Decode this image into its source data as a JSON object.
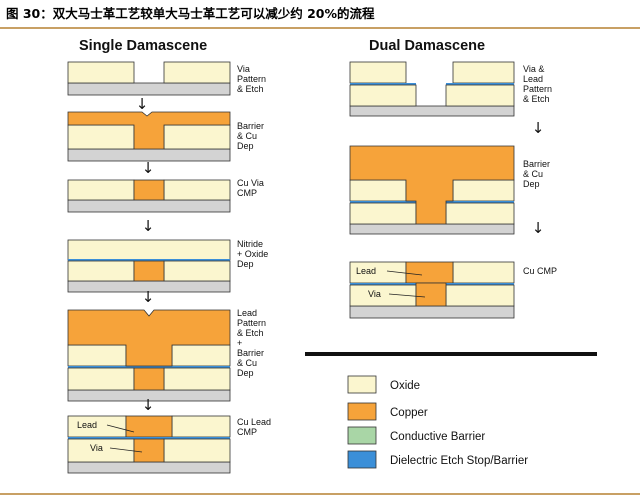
{
  "figure": {
    "title": "图 30：双大马士革工艺较单大马士革工艺可以减少约 20%的流程"
  },
  "single": {
    "header": "Single Damascene",
    "steps": [
      {
        "label": [
          "Via",
          "Pattern",
          "& Etch"
        ]
      },
      {
        "label": [
          "Barrier",
          "& Cu",
          "Dep"
        ]
      },
      {
        "label": [
          "Cu Via",
          "CMP"
        ]
      },
      {
        "label": [
          "Nitride",
          "+ Oxide",
          "Dep"
        ]
      },
      {
        "label": [
          "Lead",
          "Pattern",
          "& Etch",
          "+",
          "Barrier",
          "& Cu",
          "Dep"
        ]
      },
      {
        "label": [
          "Cu Lead",
          "CMP"
        ]
      }
    ],
    "tags": {
      "lead": "Lead",
      "via": "Via"
    }
  },
  "dual": {
    "header": "Dual Damascene",
    "steps": [
      {
        "label": [
          "Via &",
          "Lead",
          "Pattern",
          "& Etch"
        ]
      },
      {
        "label": [
          "Barrier",
          "& Cu",
          "Dep"
        ]
      },
      {
        "label": [
          "Cu CMP"
        ]
      }
    ],
    "tags": {
      "lead": "Lead",
      "via": "Via"
    }
  },
  "arrow_glyph": "↓",
  "legend": [
    {
      "label": "Oxide",
      "color": "#fbf6cf"
    },
    {
      "label": "Copper",
      "color": "#f6a33a"
    },
    {
      "label": "Conductive Barrier",
      "color": "#a9d6a6"
    },
    {
      "label": "Dielectric Etch Stop/Barrier",
      "color": "#3b8fd8"
    }
  ]
}
